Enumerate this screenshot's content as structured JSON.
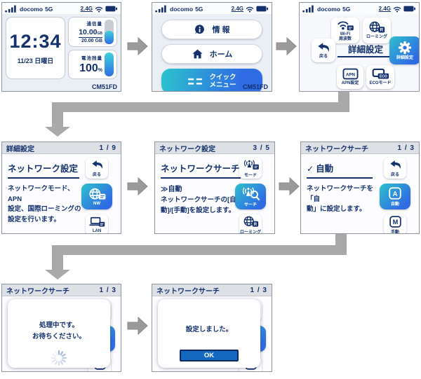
{
  "status_bar": {
    "carrier": "docomo",
    "network": "5G",
    "band": "2.4G"
  },
  "device_label": "CM51FD",
  "colors": {
    "navy": "#14306d",
    "accent_gradient_start": "#2fc0cc",
    "accent_gradient_end": "#2f6ce4",
    "connector_gray": "#a9a9a9",
    "ok_blue": "#1468c0",
    "header_gray": "#dde1e6"
  },
  "icon_glyphs": {
    "roaming_badge": "R",
    "apn": "APN",
    "eco": "ECO",
    "auto": "A",
    "manual": "M"
  },
  "screens": {
    "home": {
      "clock": "12:34",
      "date": "11/23 日曜日",
      "data_usage": {
        "label": "通信量",
        "used": "10.00",
        "used_unit": "GB",
        "total": "20.00 GB",
        "gauge_percent": 55
      },
      "battery": {
        "label": "電池残量",
        "value": "100",
        "unit": "%",
        "gauge_percent": 100
      }
    },
    "menu": {
      "info_label": "情 報",
      "home_label": "ホーム",
      "quick_label": "クイック\nメニュー"
    },
    "settings_menu": {
      "title": "詳細設定",
      "wifi_label": "Wi-Fi\n周波数",
      "roaming_label": "ローミング",
      "back_label": "戻る",
      "settings_label": "詳細設定",
      "apn_label": "APN設定",
      "eco_label": "ECOモード"
    },
    "detail_settings": {
      "header": "詳細設定",
      "page": "1 / 9",
      "title": "ネットワーク設定",
      "description": "ネットワークモード、APN\n設定、国際ローミングの\n設定を行います。",
      "back_label": "戻る",
      "nw_label": "NW",
      "lan_label": "LAN"
    },
    "network_settings": {
      "header": "ネットワーク設定",
      "page": "3 / 5",
      "title": "ネットワークサーチ",
      "current_value": "≫自動",
      "description": "ネットワークサーチの[自\n動]/[手動]を設定します。",
      "mode_label": "モード",
      "search_label": "サーチ",
      "roaming_label": "ローミング"
    },
    "network_search": {
      "header": "ネットワークサーチ",
      "page": "1 / 3",
      "check_glyph": "✓",
      "title": "自動",
      "description": "ネットワークサーチを「自\n動」に設定します。",
      "back_label": "戻る",
      "auto_label": "自動",
      "manual_label": "手動"
    },
    "processing_dialog": {
      "header": "ネットワークサーチ",
      "page": "1 / 3",
      "message": "処理中です。\nお待ちください。"
    },
    "result_dialog": {
      "header": "ネットワークサーチ",
      "page": "1 / 3",
      "message": "設定しました。",
      "ok_label": "OK"
    }
  }
}
